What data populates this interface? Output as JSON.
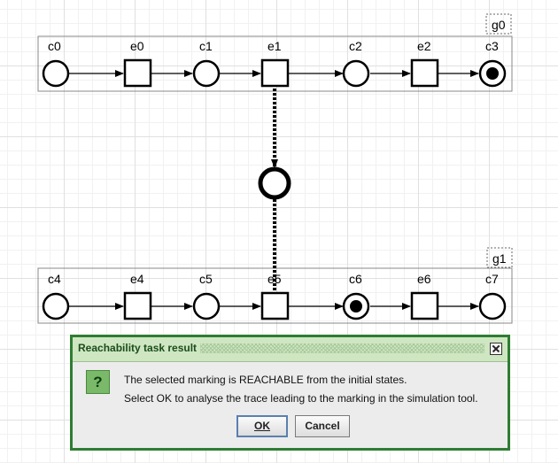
{
  "canvas": {
    "groups": [
      {
        "name": "g0"
      },
      {
        "name": "g1"
      }
    ],
    "top_row": [
      "c0",
      "e0",
      "c1",
      "e1",
      "c2",
      "e2",
      "c3"
    ],
    "bottom_row": [
      "c4",
      "e4",
      "c5",
      "e5",
      "c6",
      "e6",
      "c7"
    ],
    "marked_conditions": [
      "c3",
      "c6"
    ]
  },
  "dialog": {
    "title": "Reachability task result",
    "icon": "question-icon",
    "icon_glyph": "?",
    "line1": "The selected marking is REACHABLE from the initial states.",
    "line2": "Select OK to analyse the trace leading to the marking in the simulation tool.",
    "ok_label": "OK",
    "cancel_label": "Cancel"
  },
  "colors": {
    "dialog_border": "#2e7d32",
    "titlebar": "#cfe6c2"
  }
}
